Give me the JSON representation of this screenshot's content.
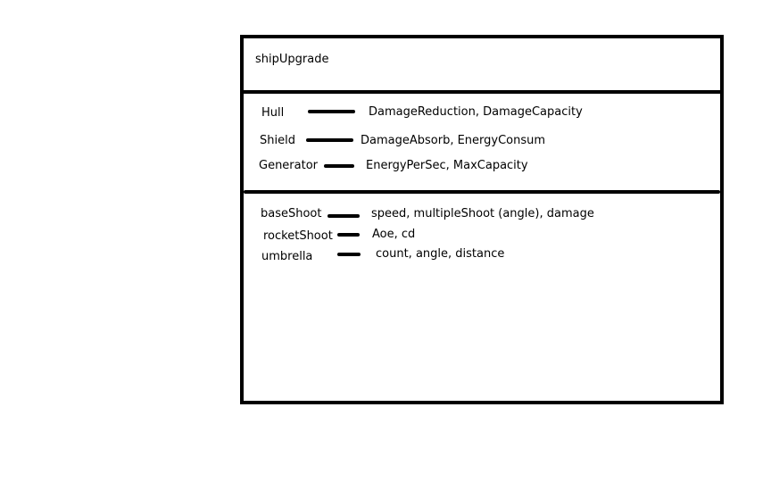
{
  "diagram": {
    "title": "shipUpgrade",
    "sections": [
      {
        "rows": [
          {
            "name": "Hull",
            "properties": "DamageReduction, DamageCapacity"
          },
          {
            "name": "Shield",
            "properties": "DamageAbsorb, EnergyConsum"
          },
          {
            "name": "Generator",
            "properties": "EnergyPerSec, MaxCapacity"
          }
        ]
      },
      {
        "rows": [
          {
            "name": "baseShoot",
            "properties": "speed, multipleShoot (angle), damage"
          },
          {
            "name": "rocketShoot",
            "properties": "Aoe, cd"
          },
          {
            "name": "umbrella",
            "properties": "count, angle, distance"
          }
        ]
      }
    ]
  }
}
